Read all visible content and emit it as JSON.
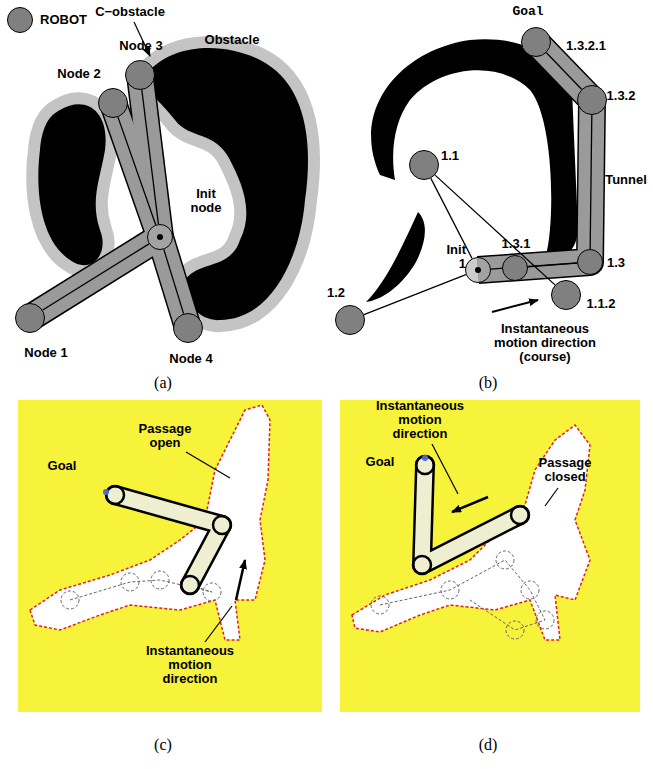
{
  "diagram": {
    "nodes": [
      {
        "text": [
          "Init node"
        ]
      },
      {
        "text": [
          "Node 1"
        ]
      },
      {
        "text": [
          "Node 2"
        ]
      },
      {
        "text": [
          "Node 3"
        ]
      },
      {
        "text": [
          "Node 4"
        ]
      },
      {
        "text": [
          "Init 1"
        ]
      },
      {
        "text": [
          "1.1"
        ]
      },
      {
        "text": [
          "1.2"
        ]
      },
      {
        "text": [
          "1.3"
        ]
      },
      {
        "text": [
          "1.1.2"
        ]
      },
      {
        "text": [
          "1.3.1"
        ]
      },
      {
        "text": [
          "1.3.2"
        ]
      },
      {
        "text": [
          "1.3.2.1"
        ]
      }
    ],
    "edges": [
      {
        "from": 0,
        "to": 1,
        "arrow": "none"
      },
      {
        "from": 0,
        "to": 2,
        "arrow": "none"
      },
      {
        "from": 0,
        "to": 3,
        "arrow": "none"
      },
      {
        "from": 0,
        "to": 4,
        "arrow": "none"
      },
      {
        "from": 5,
        "to": 6,
        "arrow": "none"
      },
      {
        "from": 5,
        "to": 7,
        "arrow": "none"
      },
      {
        "from": 5,
        "to": 8,
        "arrow": "none"
      },
      {
        "from": 6,
        "to": 9,
        "arrow": "none"
      },
      {
        "from": 8,
        "to": 10,
        "arrow": "none"
      },
      {
        "from": 8,
        "to": 11,
        "arrow": "none"
      },
      {
        "from": 11,
        "to": 12,
        "arrow": "none"
      }
    ],
    "labels": [
      "C−obstacle",
      "Obstacle",
      "(a)",
      "Goal",
      "Tunnel",
      "Instantaneous motion direction (course)",
      "(b)",
      "Goal",
      "Passage open",
      "Instantaneous motion direction",
      "(c)",
      "Goal",
      "Instantaneous motion direction",
      "Passage closed",
      "(d)"
    ],
    "legend": [
      {
        "text": "ROBOT",
        "color": "#808080"
      }
    ]
  }
}
